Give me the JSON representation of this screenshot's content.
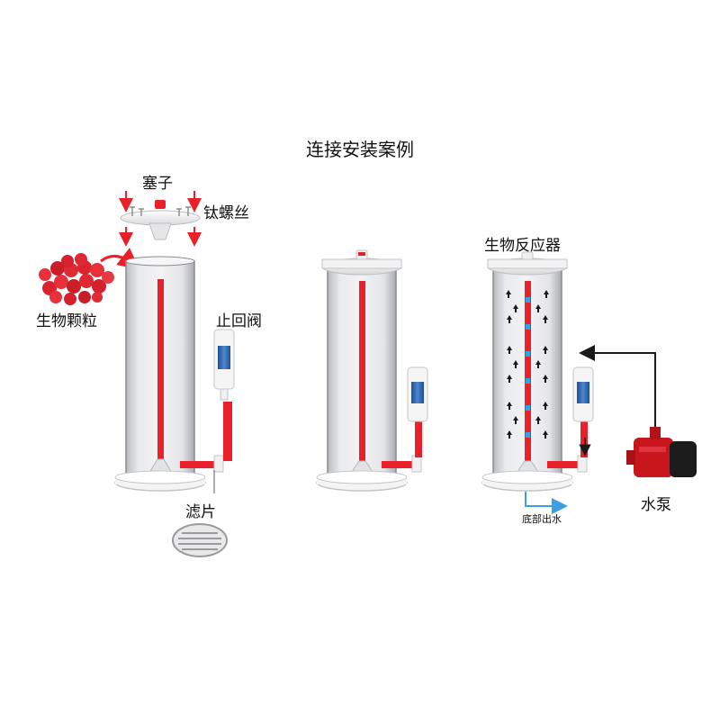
{
  "title": "连接安装案例",
  "labels": {
    "plug": "塞子",
    "titanium_screws": "钛螺丝",
    "bio_pellets": "生物颗粒",
    "check_valve": "止回阀",
    "filter_plate": "滤片",
    "bio_reactor": "生物反应器",
    "bottom_outlet": "底部出水",
    "water_pump": "水泵"
  },
  "colors": {
    "tube_red": "#e8202a",
    "cylinder_fill": "#e6e7e9",
    "cylinder_edge": "#8a8c90",
    "base_white": "#f4f4f4",
    "valve_blue": "#2f66b0",
    "arrow_dark": "#1a1a1a",
    "outlet_arrow": "#3aa0e0",
    "pump_red": "#c8161d"
  },
  "icons": [
    "pellet-cluster-icon",
    "filter-disc-icon",
    "water-pump-icon",
    "check-valve-icon"
  ]
}
